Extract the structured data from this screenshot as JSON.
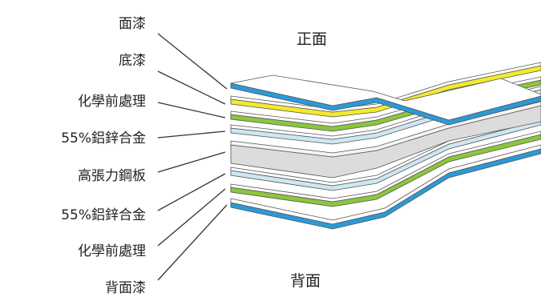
{
  "labels": {
    "front": "正面",
    "back": "背面"
  },
  "layers": [
    {
      "name": "面漆"
    },
    {
      "name": "底漆"
    },
    {
      "name": "化學前處理"
    },
    {
      "name": "55%鋁鋅合金"
    },
    {
      "name": "高張力鋼板"
    },
    {
      "name": "55%鋁鋅合金"
    },
    {
      "name": "化學前處理"
    },
    {
      "name": "背面漆"
    }
  ],
  "colors": {
    "topcoat": "#2a9ad8",
    "primer": "#f2ea2e",
    "pretreatment": "#8cc63f",
    "alloy": "#cfe6f3",
    "steel": "#dcdcdc",
    "outline": "#555555",
    "leader": "#333333"
  }
}
